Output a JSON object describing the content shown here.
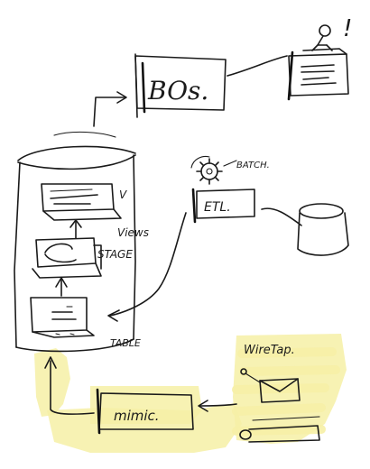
{
  "labels": {
    "bos": "BOs.",
    "etl": "ETL.",
    "batch": "BATCH.",
    "views": "Views",
    "v": "V",
    "stage": "STAGE",
    "table": "TABLE",
    "wiretap": "WireTap.",
    "mimic": "mimic.",
    "exclaim": "!"
  },
  "colors": {
    "ink": "#1a1a1a",
    "highlight": "#f6f0a6"
  },
  "icons": [
    "gear-icon",
    "person-icon",
    "database-icon",
    "envelope-icon",
    "key-icon"
  ]
}
